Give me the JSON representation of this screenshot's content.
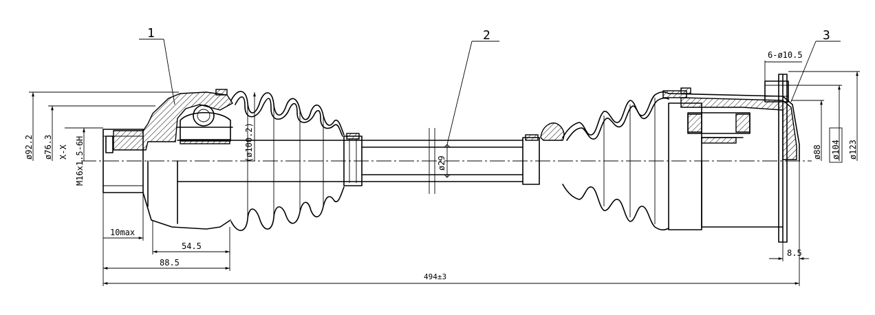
{
  "callouts": {
    "c1": "1",
    "c2": "2",
    "c3": "3"
  },
  "dimensions": {
    "d_92_2": "ø92.2",
    "d_76_3": "ø76.3",
    "xx": "X-X",
    "thread": "M16x1.5-6H",
    "d_100_2": "(ø100.2)",
    "d_29": "ø29",
    "holes": "6-ø10.5",
    "d_88": "ø88",
    "d_104": "ø104",
    "d_123": "ø123",
    "l_10max": "10max",
    "l_54_5": "54.5",
    "l_88_5": "88.5",
    "l_8_5": "8.5",
    "l_total": "494±3"
  }
}
